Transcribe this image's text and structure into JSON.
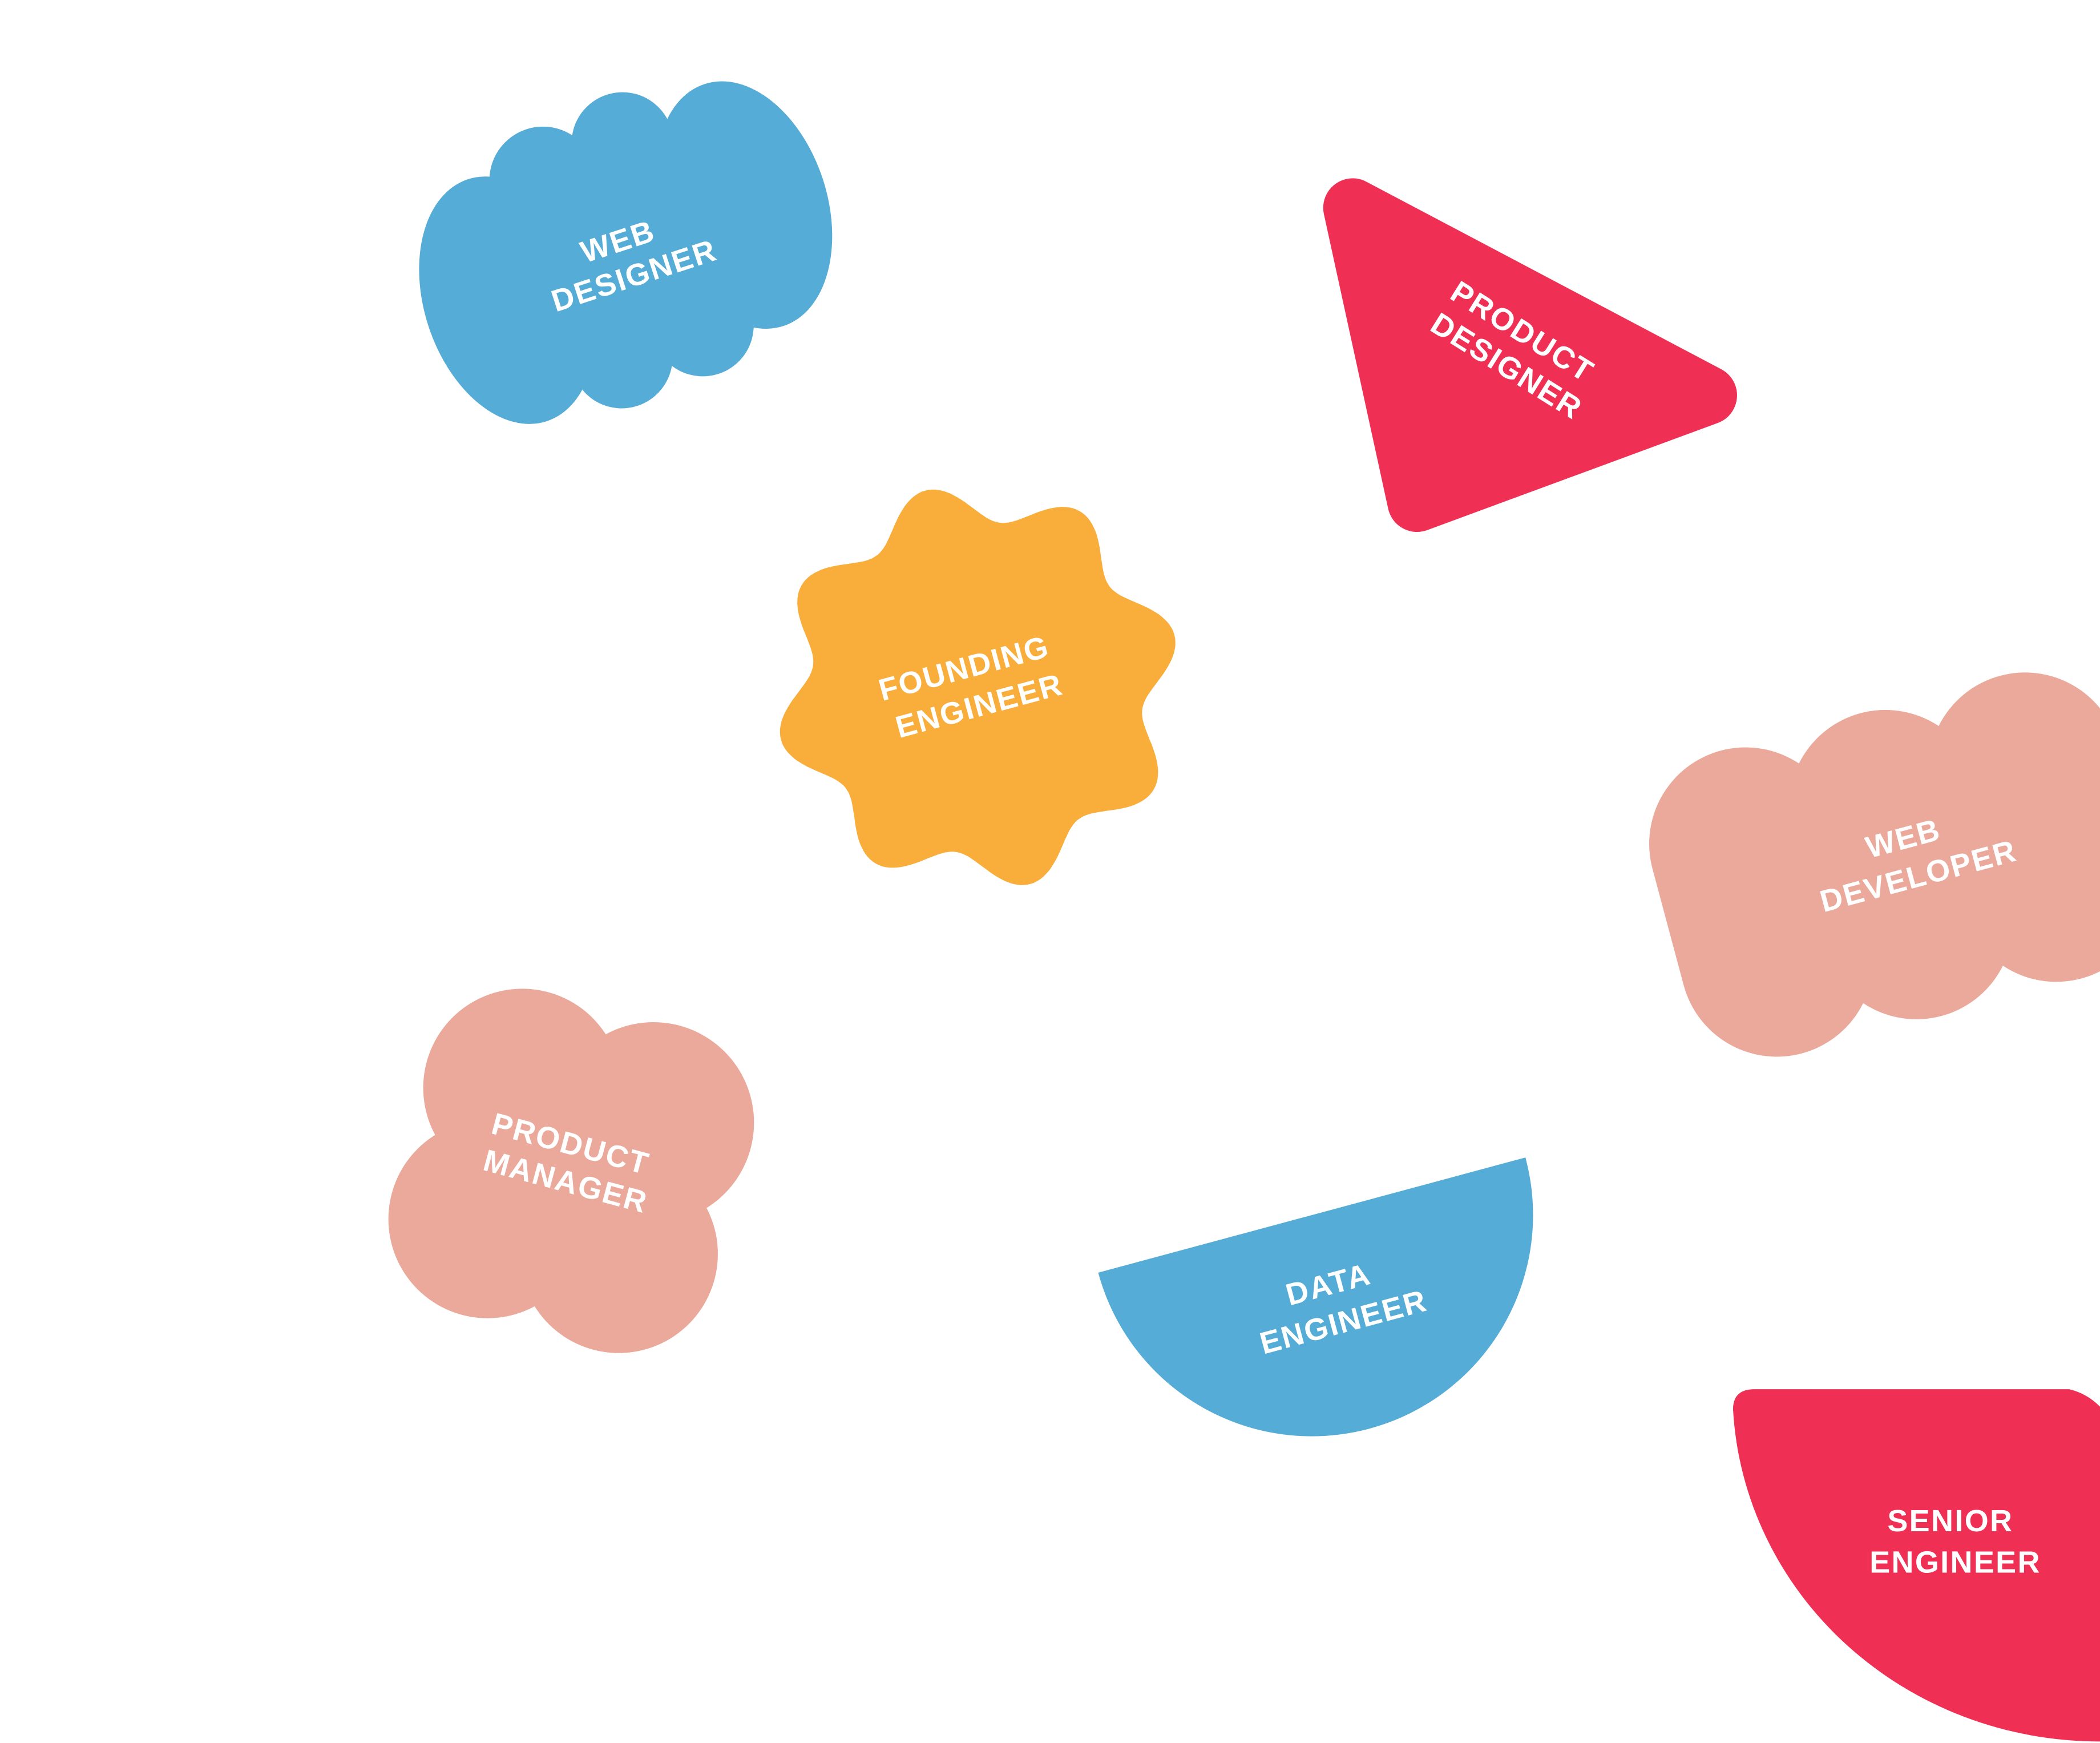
{
  "colors": {
    "blue": "#55acd6",
    "red": "#ef3054",
    "orange": "#f9ae3c",
    "pink": "#eaa99b",
    "text": "#ffffff",
    "background": "#ffffff"
  },
  "stickers": [
    {
      "id": "web-designer",
      "lines": [
        "WEB",
        "DESIGNER"
      ],
      "color": "blue",
      "shape": "cloud"
    },
    {
      "id": "product-designer",
      "lines": [
        "PRODUCT",
        "DESIGNER"
      ],
      "color": "red",
      "shape": "rounded-triangle"
    },
    {
      "id": "founding-engineer",
      "lines": [
        "FOUNDING",
        "ENGINEER"
      ],
      "color": "orange",
      "shape": "flower"
    },
    {
      "id": "web-developer",
      "lines": [
        "WEB",
        "DEVELOPER"
      ],
      "color": "pink",
      "shape": "cloud"
    },
    {
      "id": "product-manager",
      "lines": [
        "PRODUCT",
        "MANAGER"
      ],
      "color": "pink",
      "shape": "blob"
    },
    {
      "id": "data-engineer",
      "lines": [
        "DATA",
        "ENGINEER"
      ],
      "color": "blue",
      "shape": "half-circle"
    },
    {
      "id": "senior-engineer",
      "lines": [
        "SENIOR",
        "ENGINEER"
      ],
      "color": "red",
      "shape": "quarter-circle"
    }
  ]
}
